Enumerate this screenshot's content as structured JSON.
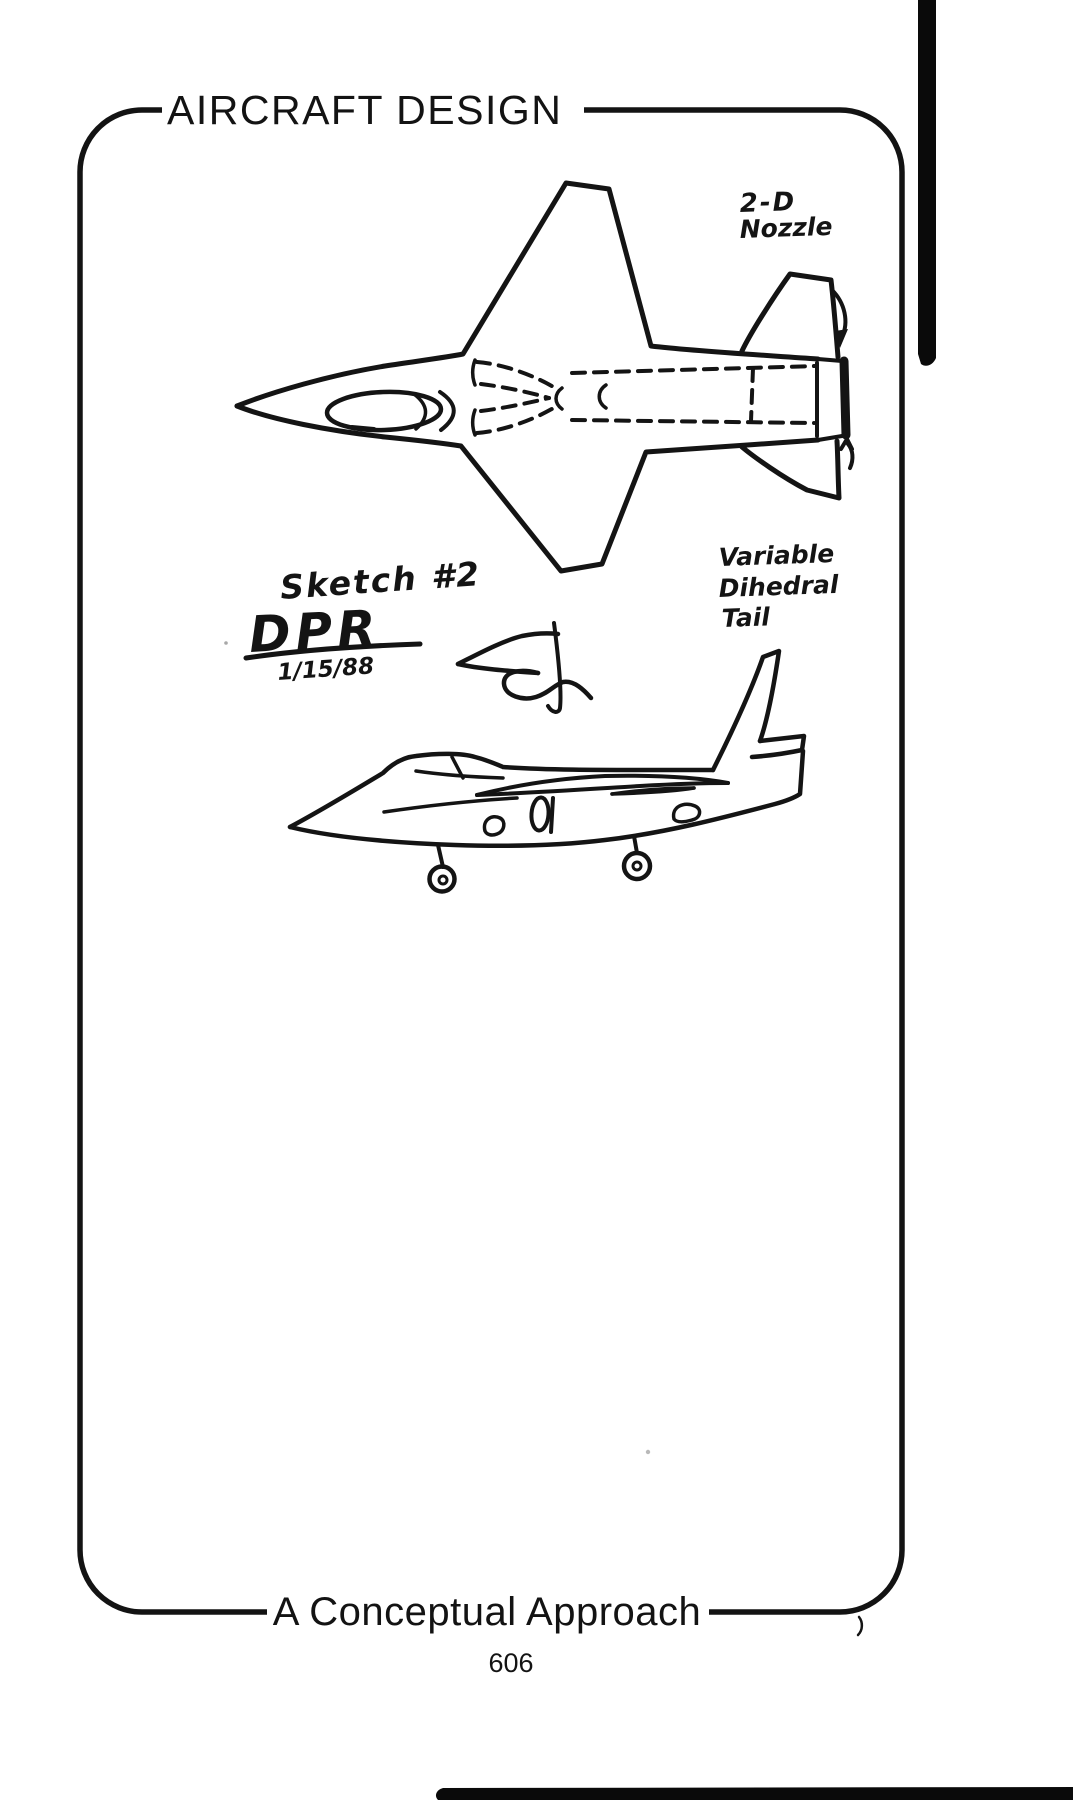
{
  "document": {
    "header_title": "AIRCRAFT DESIGN",
    "footer_title": "A Conceptual Approach",
    "page_number": "606"
  },
  "sketch": {
    "label": "Sketch #2",
    "signature": "DPR",
    "date": "1/15/88",
    "annotations": {
      "nozzle": [
        "2-D",
        "Nozzle"
      ],
      "tail": [
        "Variable",
        "Dihedral",
        "Tail"
      ]
    }
  },
  "colors": {
    "ink": "#141414",
    "paper": "#ffffff"
  }
}
